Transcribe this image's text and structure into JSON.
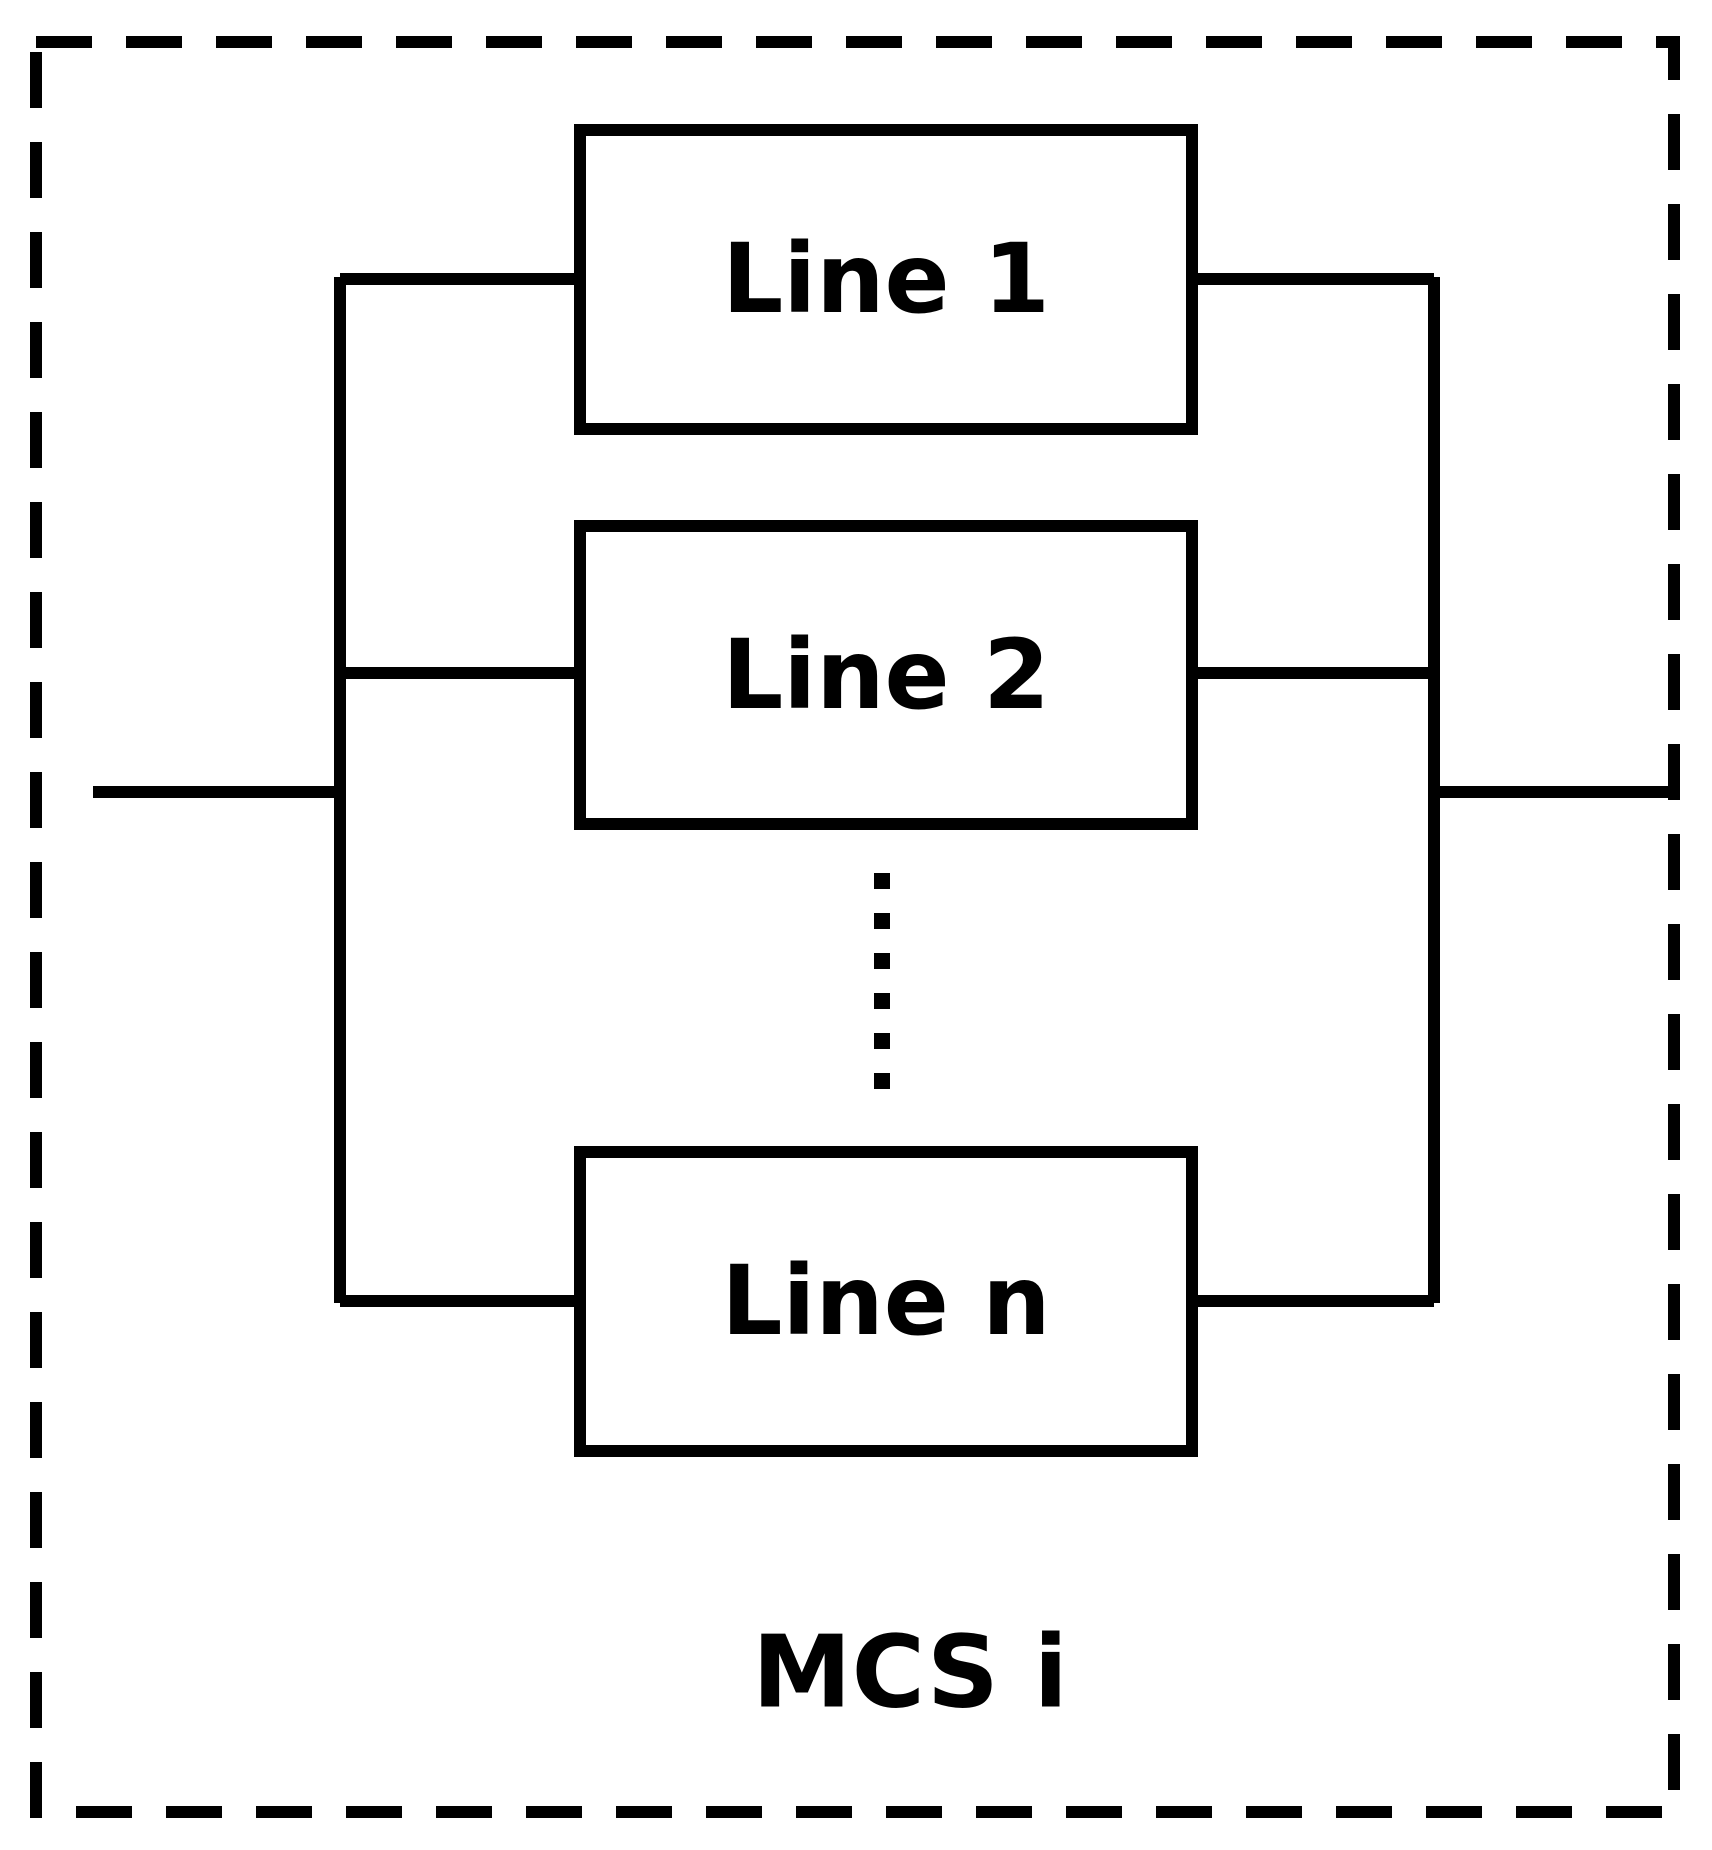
{
  "diagram": {
    "boxes": [
      {
        "label": "Line 1"
      },
      {
        "label": "Line 2"
      },
      {
        "label": "Line n"
      }
    ],
    "ellipsis": "⋮",
    "footer_label": "MCS i"
  },
  "colors": {
    "stroke": "#000000",
    "background": "#ffffff"
  }
}
